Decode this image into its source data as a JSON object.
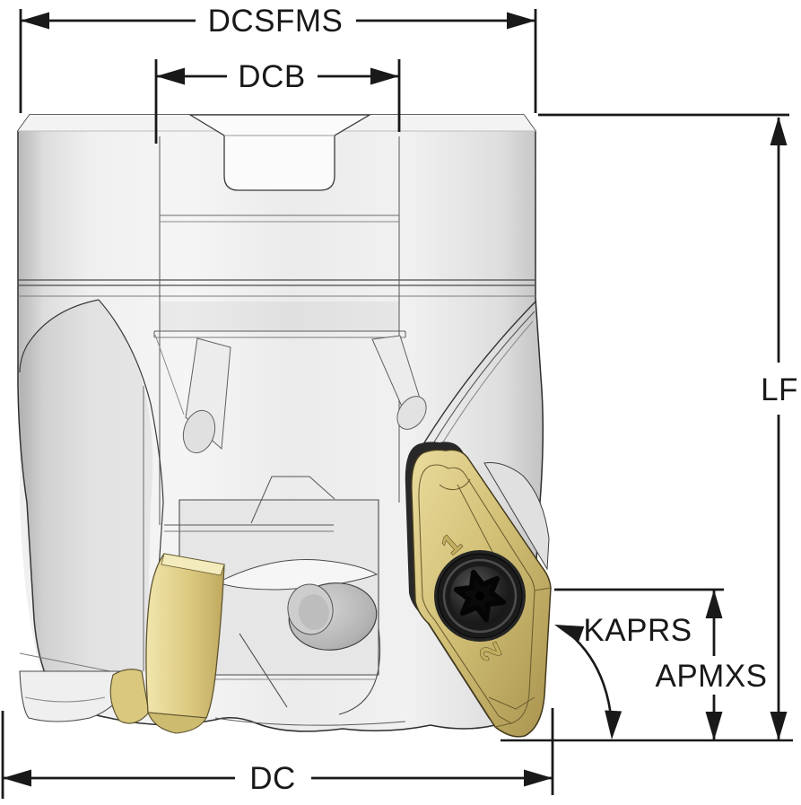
{
  "diagram": {
    "type": "technical-dimension-drawing",
    "subject": "square-shoulder face milling cutter with indexable inserts",
    "labels": {
      "dcsfms": "DCSFMS",
      "dcb": "DCB",
      "lf": "LF",
      "kaprs": "KAPRS",
      "apmxs": "APMXS",
      "dc": "DC"
    },
    "insert_markings": {
      "index_1": "1",
      "index_2": "2"
    },
    "colors": {
      "background": "#ffffff",
      "dimension_line": "#191919",
      "body_light": "#f4f4f4",
      "body_mid": "#e4e4e4",
      "body_dark": "#c2c2c2",
      "insert_gold": "#d3c176",
      "insert_gold_dark": "#a08c4c",
      "insert_gold_light": "#ece2ad",
      "screw_black": "#1b1b1b",
      "outline": "#333333"
    }
  }
}
